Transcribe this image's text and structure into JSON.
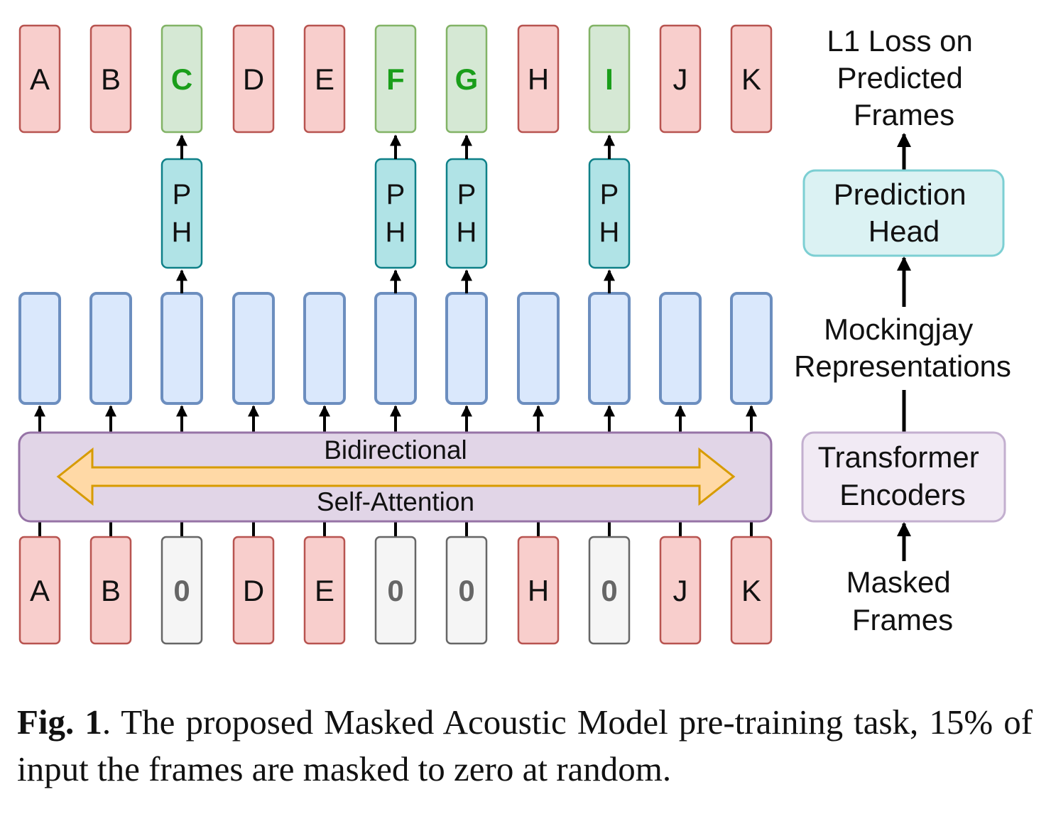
{
  "output_frames": [
    {
      "label": "A",
      "state": "unmasked"
    },
    {
      "label": "B",
      "state": "unmasked"
    },
    {
      "label": "C",
      "state": "predicted"
    },
    {
      "label": "D",
      "state": "unmasked"
    },
    {
      "label": "E",
      "state": "unmasked"
    },
    {
      "label": "F",
      "state": "predicted"
    },
    {
      "label": "G",
      "state": "predicted"
    },
    {
      "label": "H",
      "state": "unmasked"
    },
    {
      "label": "I",
      "state": "predicted"
    },
    {
      "label": "J",
      "state": "unmasked"
    },
    {
      "label": "K",
      "state": "unmasked"
    }
  ],
  "input_frames": [
    {
      "label": "A",
      "state": "unmasked"
    },
    {
      "label": "B",
      "state": "unmasked"
    },
    {
      "label": "0",
      "state": "masked"
    },
    {
      "label": "D",
      "state": "unmasked"
    },
    {
      "label": "E",
      "state": "unmasked"
    },
    {
      "label": "0",
      "state": "masked"
    },
    {
      "label": "0",
      "state": "masked"
    },
    {
      "label": "H",
      "state": "unmasked"
    },
    {
      "label": "0",
      "state": "masked"
    },
    {
      "label": "J",
      "state": "unmasked"
    },
    {
      "label": "K",
      "state": "unmasked"
    }
  ],
  "prediction_head_label": [
    "P",
    "H"
  ],
  "encoder": {
    "top_label": "Bidirectional",
    "bottom_label": "Self-Attention"
  },
  "legend": {
    "loss": [
      "L1 Loss on",
      "Predicted",
      "Frames"
    ],
    "prediction_head": [
      "Prediction",
      "Head"
    ],
    "representations": [
      "Mockingjay",
      "Representations"
    ],
    "transformer": [
      "Transformer",
      "Encoders"
    ],
    "masked_frames": [
      "Masked",
      "Frames"
    ]
  },
  "caption": {
    "label": "Fig. 1",
    "text": ".  The proposed Masked Acoustic Model pre-training task, 15% of input the frames are masked to zero at random."
  },
  "colors": {
    "unmasked_fill": "#f8cecc",
    "unmasked_stroke": "#b85450",
    "predicted_fill": "#d5e8d4",
    "predicted_stroke": "#82b366",
    "predicted_text": "#1a9e1a",
    "masked_fill": "#f5f5f5",
    "masked_stroke": "#666666",
    "masked_text": "#666666",
    "repr_fill": "#dae8fc",
    "repr_stroke": "#6c8ebf",
    "head_fill": "#b0e3e6",
    "head_stroke": "#0e8088",
    "encoder_fill": "#e1d5e7",
    "encoder_stroke": "#9673a6",
    "arrow_fill": "#ffd9a6",
    "arrow_stroke": "#d79b00",
    "legend_head_fill": "#dbf2f3",
    "legend_head_stroke": "#7ccfd3",
    "legend_encoder_fill": "#f1eaf4",
    "legend_encoder_stroke": "#c3afcf"
  }
}
